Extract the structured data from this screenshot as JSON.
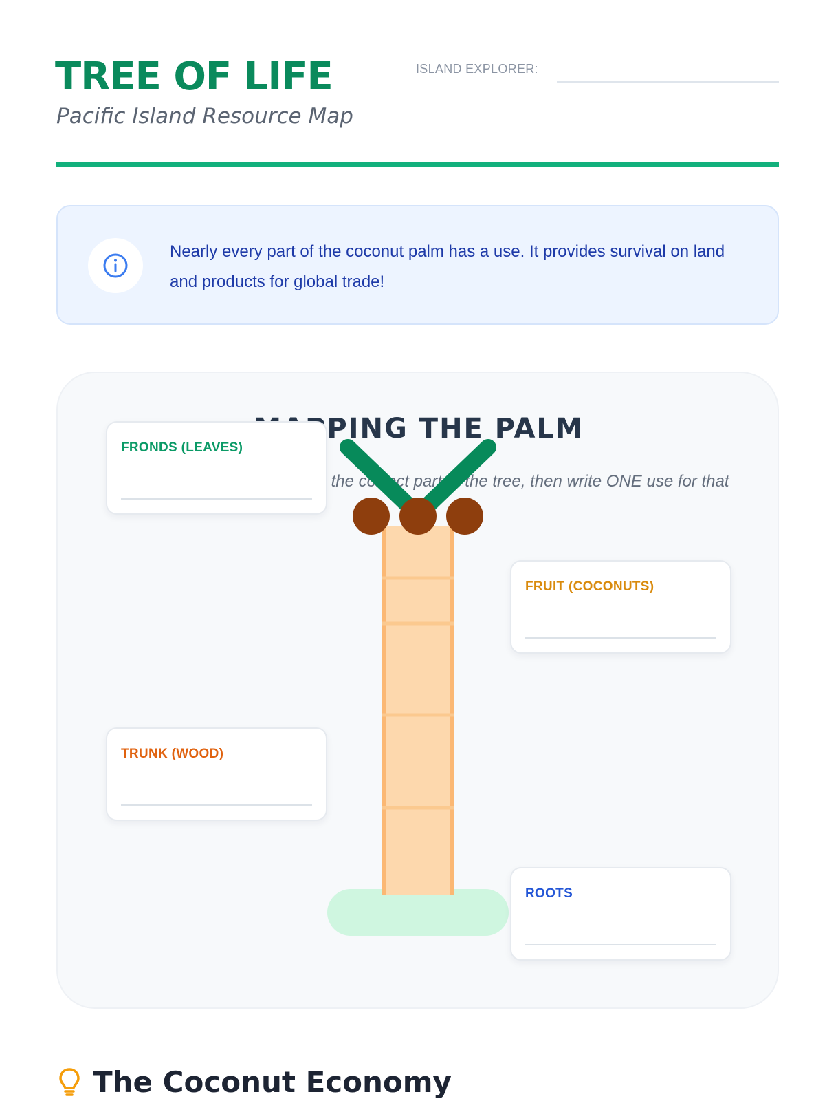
{
  "header": {
    "title": "TREE OF LIFE",
    "subtitle": "Pacific Island Resource Map",
    "explorer_label": "ISLAND EXPLORER:",
    "accent_color": "#12b07c"
  },
  "info_callout": {
    "icon": "info-icon",
    "text": "Nearly every part of the coconut palm has a use. It provides survival on land and products for global trade!"
  },
  "diagram": {
    "title": "MAPPING THE PALM",
    "instructions": "Draw a line from each label to the correct part of the tree, then write ONE use for that part.",
    "labels": [
      {
        "title": "FRONDS (LEAVES)",
        "color": "#0a9a66"
      },
      {
        "title": "FRUIT (COCONUTS)",
        "color": "#d98a0c"
      },
      {
        "title": "TRUNK (WOOD)",
        "color": "#e0620f"
      },
      {
        "title": "ROOTS",
        "color": "#2456d6"
      }
    ]
  },
  "section": {
    "icon": "lightbulb-icon",
    "heading": "The Coconut Economy"
  }
}
